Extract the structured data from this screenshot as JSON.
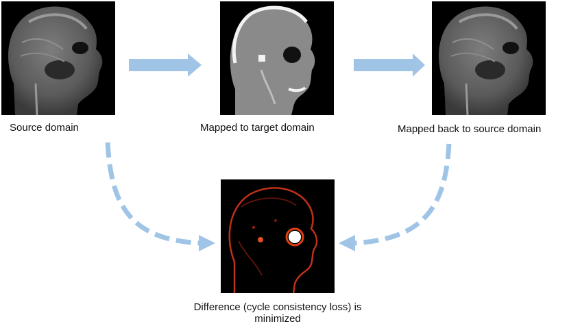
{
  "panels": {
    "source": {
      "label": "Source domain"
    },
    "mapped": {
      "label": "Mapped to target domain"
    },
    "back": {
      "label": "Mapped back to source domain"
    },
    "diff": {
      "label_line1": "Difference (cycle consistency loss) is",
      "label_line2": "minimized"
    }
  },
  "colors": {
    "arrow": "#9fc4e6",
    "mri_tissue": "#6f6f6f",
    "ct_tissue": "#8a8a8a",
    "bone": "#f2f2f2",
    "diff_edge": "#c0301a"
  }
}
